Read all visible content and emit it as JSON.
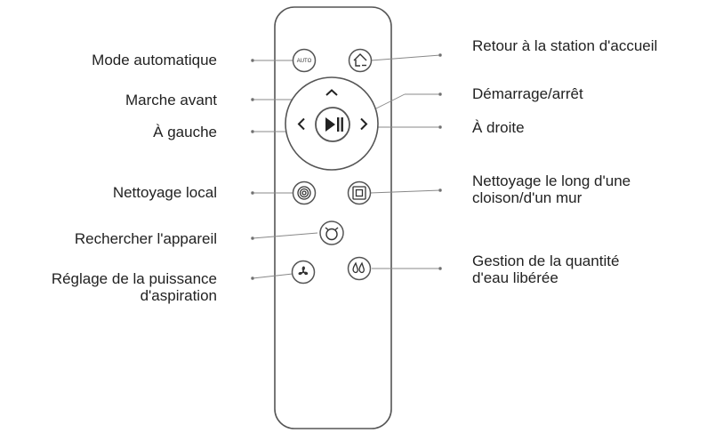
{
  "remote": {
    "auto_button_text": "AUTO"
  },
  "labels": {
    "mode_auto": "Mode automatique",
    "forward": "Marche avant",
    "left": "À gauche",
    "spot_clean": "Nettoyage local",
    "find_device": "Rechercher l'appareil",
    "suction_line1": "Réglage de la puissance",
    "suction_line2": "d'aspiration",
    "return_dock": "Retour à la station d'accueil",
    "start_stop": "Démarrage/arrêt",
    "right": "À droite",
    "edge_clean_line1": "Nettoyage le long d'une",
    "edge_clean_line2": "cloison/d'un mur",
    "water_line1": "Gestion de la quantité",
    "water_line2": "d'eau libérée"
  },
  "colors": {
    "outline": "#555555",
    "line": "#888888",
    "text": "#222222"
  }
}
